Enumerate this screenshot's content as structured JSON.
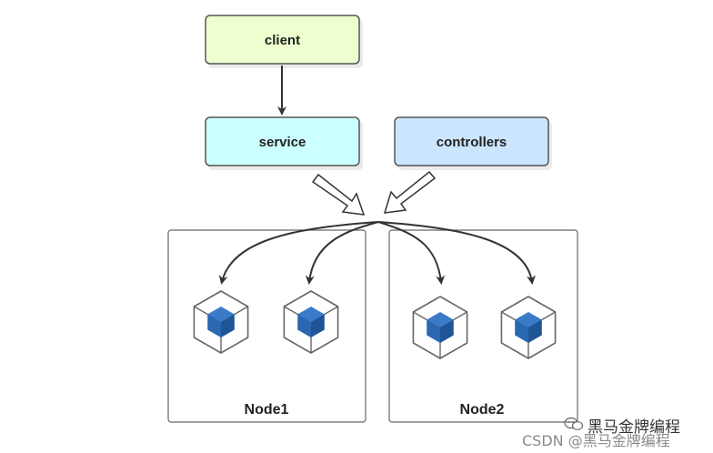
{
  "boxes": {
    "client": "client",
    "service": "service",
    "controllers": "controllers"
  },
  "nodes": [
    {
      "label": "Node1"
    },
    {
      "label": "Node2"
    }
  ],
  "colors": {
    "client_fill": "#EEFFCF",
    "service_fill": "#CCFFFF",
    "controllers_fill": "#CCE5FF",
    "border": "#555555",
    "cube_dark": "#1F5496",
    "cube_mid": "#2A67B2",
    "cube_light": "#3A7BC8"
  },
  "watermark": {
    "brand": "黑马金牌编程",
    "credit": "CSDN @黑马金牌编程"
  },
  "icons": [
    "arrow-down-icon",
    "hollow-arrow-icon",
    "curved-arrow-icon",
    "container-cube-icon",
    "wechat-icon"
  ]
}
